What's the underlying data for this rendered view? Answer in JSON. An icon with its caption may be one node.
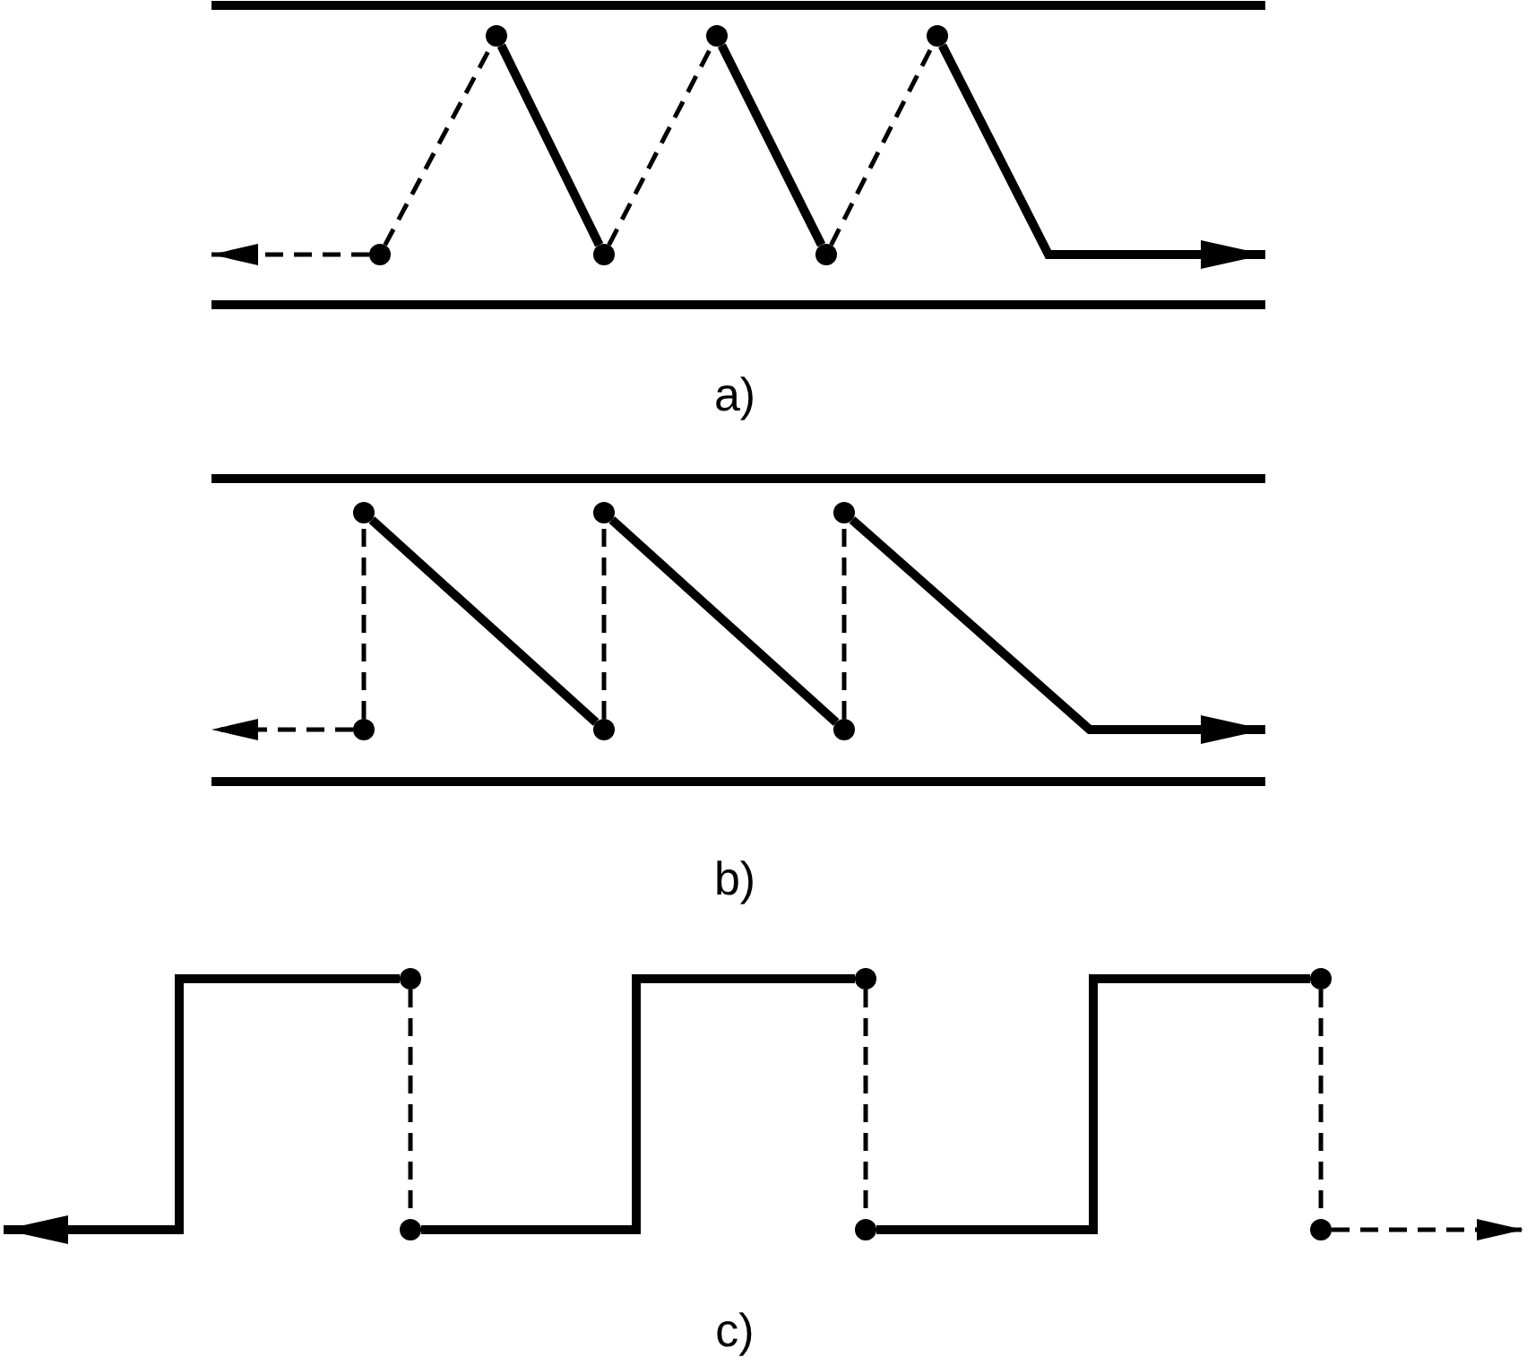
{
  "diagram": {
    "nodes": [
      {
        "text": [],
        "shape": "circle"
      },
      {
        "text": [],
        "shape": "circle"
      },
      {
        "text": [],
        "shape": "circle"
      },
      {
        "text": [],
        "shape": "circle"
      },
      {
        "text": [],
        "shape": "circle"
      },
      {
        "text": [],
        "shape": "circle"
      },
      {
        "text": [],
        "shape": "circle"
      },
      {
        "text": [],
        "shape": "circle"
      },
      {
        "text": [],
        "shape": "circle"
      },
      {
        "text": [],
        "shape": "circle"
      },
      {
        "text": [],
        "shape": "circle"
      },
      {
        "text": [],
        "shape": "circle"
      },
      {
        "text": [],
        "shape": "circle"
      },
      {
        "text": [],
        "shape": "circle"
      },
      {
        "text": [],
        "shape": "circle"
      },
      {
        "text": [],
        "shape": "circle"
      },
      {
        "text": [],
        "shape": "circle"
      },
      {
        "text": [],
        "shape": "circle"
      }
    ],
    "edges": [
      {
        "from": 0,
        "to": null,
        "arrow": "to",
        "style": "dashed"
      },
      {
        "from": 0,
        "to": 1,
        "arrow": "none",
        "style": "dashed"
      },
      {
        "from": 1,
        "to": 2,
        "arrow": "none",
        "style": "thick"
      },
      {
        "from": 2,
        "to": 3,
        "arrow": "none",
        "style": "dashed"
      },
      {
        "from": 3,
        "to": 4,
        "arrow": "none",
        "style": "thick"
      },
      {
        "from": 4,
        "to": 5,
        "arrow": "none",
        "style": "dashed"
      },
      {
        "from": 5,
        "to": null,
        "arrow": "to",
        "style": "thick"
      },
      {
        "from": 6,
        "to": null,
        "arrow": "to",
        "style": "dashed"
      },
      {
        "from": 6,
        "to": 7,
        "arrow": "none",
        "style": "dashed"
      },
      {
        "from": 7,
        "to": 8,
        "arrow": "none",
        "style": "thick"
      },
      {
        "from": 8,
        "to": 9,
        "arrow": "none",
        "style": "dashed"
      },
      {
        "from": 9,
        "to": 10,
        "arrow": "none",
        "style": "thick"
      },
      {
        "from": 10,
        "to": 11,
        "arrow": "none",
        "style": "dashed"
      },
      {
        "from": 11,
        "to": null,
        "arrow": "to",
        "style": "thick"
      },
      {
        "from": 12,
        "to": null,
        "arrow": "to",
        "style": "thick"
      },
      {
        "from": 12,
        "to": 13,
        "arrow": "none",
        "style": "dashed"
      },
      {
        "from": 13,
        "to": 14,
        "arrow": "none",
        "style": "thick"
      },
      {
        "from": 14,
        "to": 15,
        "arrow": "none",
        "style": "dashed"
      },
      {
        "from": 15,
        "to": 16,
        "arrow": "none",
        "style": "thick"
      },
      {
        "from": 16,
        "to": 17,
        "arrow": "none",
        "style": "dashed"
      },
      {
        "from": 17,
        "to": null,
        "arrow": "to",
        "style": "dashed"
      }
    ],
    "labels": [
      "a)",
      "b)",
      "c)"
    ]
  }
}
